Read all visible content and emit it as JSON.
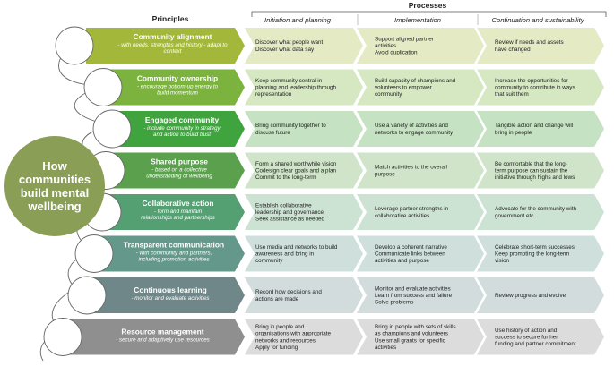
{
  "header": {
    "processes_title": "Processes",
    "principles_title": "Principles",
    "columns": [
      "Initiation and planning",
      "Implementation",
      "Continuation and sustainability"
    ]
  },
  "center": {
    "lines": [
      "How",
      "communities",
      "build mental",
      "wellbeing"
    ]
  },
  "rows": [
    {
      "title": "Community alignment",
      "subtitle": [
        "- with needs, strengths and history - adapt to",
        "context"
      ],
      "color": "#a3b83a",
      "light": "#e3eac4",
      "cells": [
        [
          "Discover what people want",
          "Discover what data say"
        ],
        [
          "Support aligned partner",
          "activities",
          "Avoid duplication"
        ],
        [
          "Review if needs and assets",
          "have changed"
        ]
      ]
    },
    {
      "title": "Community ownership",
      "subtitle": [
        "- encourage bottom-up energy to",
        "build momentum"
      ],
      "color": "#7bb33e",
      "light": "#d5e8c2",
      "cells": [
        [
          "Keep community central in",
          "planning and leadership through",
          "representation"
        ],
        [
          "Build capacity of champions and",
          "volunteers to empower",
          "community"
        ],
        [
          "Increase the opportunities for",
          "community to contribute in ways",
          "that suit them"
        ]
      ]
    },
    {
      "title": "Engaged community",
      "subtitle": [
        "- include community in strategy",
        "and action to build trust"
      ],
      "color": "#3fa33e",
      "light": "#c5e2c2",
      "cells": [
        [
          "Bring community together to",
          "discuss future"
        ],
        [
          "Use a variety of activities and",
          "networks to engage community"
        ],
        [
          "Tangible action and change will",
          "bring in people"
        ]
      ]
    },
    {
      "title": "Shared purpose",
      "subtitle": [
        "- based on a collective",
        "understanding of wellbeing"
      ],
      "color": "#5aa04d",
      "light": "#cfe4c8",
      "cells": [
        [
          "Form a shared worthwhile vision",
          "Codesign clear goals and a plan",
          "Commit to the long-term"
        ],
        [
          "Match activities to the overall",
          "purpose"
        ],
        [
          "Be comfortable that the long-",
          "term purpose can sustain the",
          "initiative through highs and lows"
        ]
      ]
    },
    {
      "title": "Collaborative action",
      "subtitle": [
        "- form and maintain",
        "relationships and partnerships"
      ],
      "color": "#54a073",
      "light": "#cce3d3",
      "cells": [
        [
          "Establish collaborative",
          "leadership and governance",
          "Seek assistance as needed"
        ],
        [
          "Leverage partner strengths in",
          "collaborative activities"
        ],
        [
          "Advocate for the community with",
          "government etc."
        ]
      ]
    },
    {
      "title": "Transparent communication",
      "subtitle": [
        "- with community and partners,",
        "including promotion activities"
      ],
      "color": "#64988a",
      "light": "#cfe0dc",
      "cells": [
        [
          "Use media and networks to build",
          "awareness and bring in",
          "community"
        ],
        [
          "Develop a coherent narrative",
          "Communicate links between",
          "activities and purpose"
        ],
        [
          "Celebrate short-term successes",
          "Keep promoting the long-term",
          "vision"
        ]
      ]
    },
    {
      "title": "Continuous learning",
      "subtitle": [
        "- monitor and evaluate activities"
      ],
      "color": "#6f8788",
      "light": "#d2dcdc",
      "cells": [
        [
          "Record how decisions and",
          "actions are made"
        ],
        [
          "Monitor and evaluate activities",
          "Learn from success and failure",
          "Solve problems"
        ],
        [
          "Review progress and evolve"
        ]
      ]
    },
    {
      "title": "Resource management",
      "subtitle": [
        "- secure and adaptively use resources"
      ],
      "color": "#8f8f8f",
      "light": "#dcdcdc",
      "cells": [
        [
          "Bring in people and",
          "organisations with appropriate",
          "networks and resources",
          "Apply for funding"
        ],
        [
          "Bring in people with sets of skills",
          "as champions and volunteers",
          "Use small grants for specific",
          "activities"
        ],
        [
          "Use history of action and",
          "success to secure further",
          "funding and partner commitment"
        ]
      ]
    }
  ]
}
